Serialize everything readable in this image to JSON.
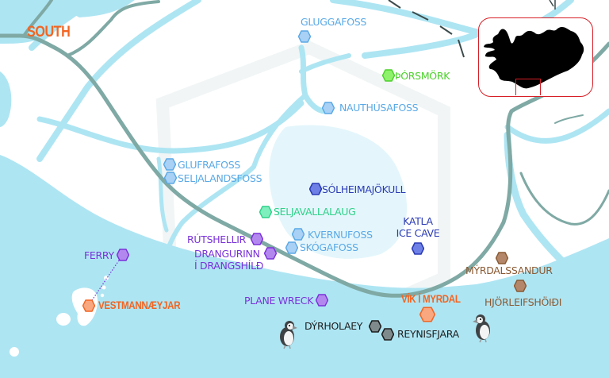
{
  "map": {
    "region_title": "SOUTH",
    "colors": {
      "water": "#aee5f3",
      "land": "#ffffff",
      "road": "#7fa9a4",
      "glacier": "#e4f6fb",
      "title": "#f26522",
      "inset_border": "#d61f26"
    },
    "inset": {
      "label": "Iceland overview",
      "highlight": "South region"
    },
    "locations": [
      {
        "id": "gluggafoss",
        "label": "GLUGGAFOSS",
        "category": "waterfall",
        "color": "#5aa9e6",
        "fill": "#a9d0f5"
      },
      {
        "id": "thorsmork",
        "label": "ÞÓRSMÖRK",
        "category": "nature",
        "color": "#4cd12b",
        "fill": "#8ff26b"
      },
      {
        "id": "nauthusafoss",
        "label": "NAUTHÚSAFOSS",
        "category": "waterfall",
        "color": "#5aa9e6",
        "fill": "#a9d0f5"
      },
      {
        "id": "glufrafoss",
        "label": "GLUFRAFOSS",
        "category": "waterfall",
        "color": "#5aa9e6",
        "fill": "#a9d0f5"
      },
      {
        "id": "seljalandsfoss",
        "label": "SELJALANDSFOSS",
        "category": "waterfall",
        "color": "#5aa9e6",
        "fill": "#a9d0f5"
      },
      {
        "id": "solheimajokull",
        "label": "SÓLHEIMAJÖKULL",
        "category": "glacier",
        "color": "#2b3bb5",
        "fill": "#6e80e6"
      },
      {
        "id": "seljavallalaug",
        "label": "SELJAVALLALAUG",
        "category": "pool",
        "color": "#2fd08a",
        "fill": "#7ff0bd"
      },
      {
        "id": "katla",
        "label_line1": "KATLA",
        "label_line2": "ICE CAVE",
        "category": "glacier",
        "color": "#2b3bb5",
        "fill": "#6e80e6"
      },
      {
        "id": "kvernufoss",
        "label": "KVERNUFOSS",
        "category": "waterfall",
        "color": "#5aa9e6",
        "fill": "#a9d0f5"
      },
      {
        "id": "skogafoss",
        "label": "SKÓGAFOSS",
        "category": "waterfall",
        "color": "#5aa9e6",
        "fill": "#a9d0f5"
      },
      {
        "id": "rutshellir",
        "label": "RÚTSHELLIR",
        "category": "cave",
        "color": "#7a32d9",
        "fill": "#b388ee"
      },
      {
        "id": "drangurinn",
        "label_line1": "DRANGURINN",
        "label_line2": "Í DRANGSHÍLÐ",
        "category": "cave",
        "color": "#7a32d9",
        "fill": "#b388ee"
      },
      {
        "id": "ferry",
        "label": "FERRY",
        "category": "transport",
        "color": "#7a32d9",
        "fill": "#b388ee"
      },
      {
        "id": "vestmannaeyjar",
        "label": "VESTMANNÆYJAR",
        "category": "town",
        "color": "#f26522",
        "fill": "#f9a77f"
      },
      {
        "id": "plane_wreck",
        "label": "PLANE WRECK",
        "category": "site",
        "color": "#7a32d9",
        "fill": "#b388ee"
      },
      {
        "id": "dyrholaey",
        "label": "DÝRHOLAEY",
        "category": "beach",
        "color": "#222222",
        "fill": "#7f8a8c"
      },
      {
        "id": "reynisfjara",
        "label": "REYNISFJARA",
        "category": "beach",
        "color": "#222222",
        "fill": "#7f8a8c"
      },
      {
        "id": "vik",
        "label": "VÍK Í MYRDAL",
        "category": "town",
        "color": "#f26522",
        "fill": "#f9a77f"
      },
      {
        "id": "myrdalssandur",
        "label": "MÝRDALSSANDUR",
        "category": "sand",
        "color": "#8a5a33",
        "fill": "#b5876a"
      },
      {
        "id": "hjorleifshofdi",
        "label": "HJÖRLEIFSHÖIÐI",
        "category": "sand",
        "color": "#8a5a33",
        "fill": "#b5876a"
      }
    ]
  }
}
